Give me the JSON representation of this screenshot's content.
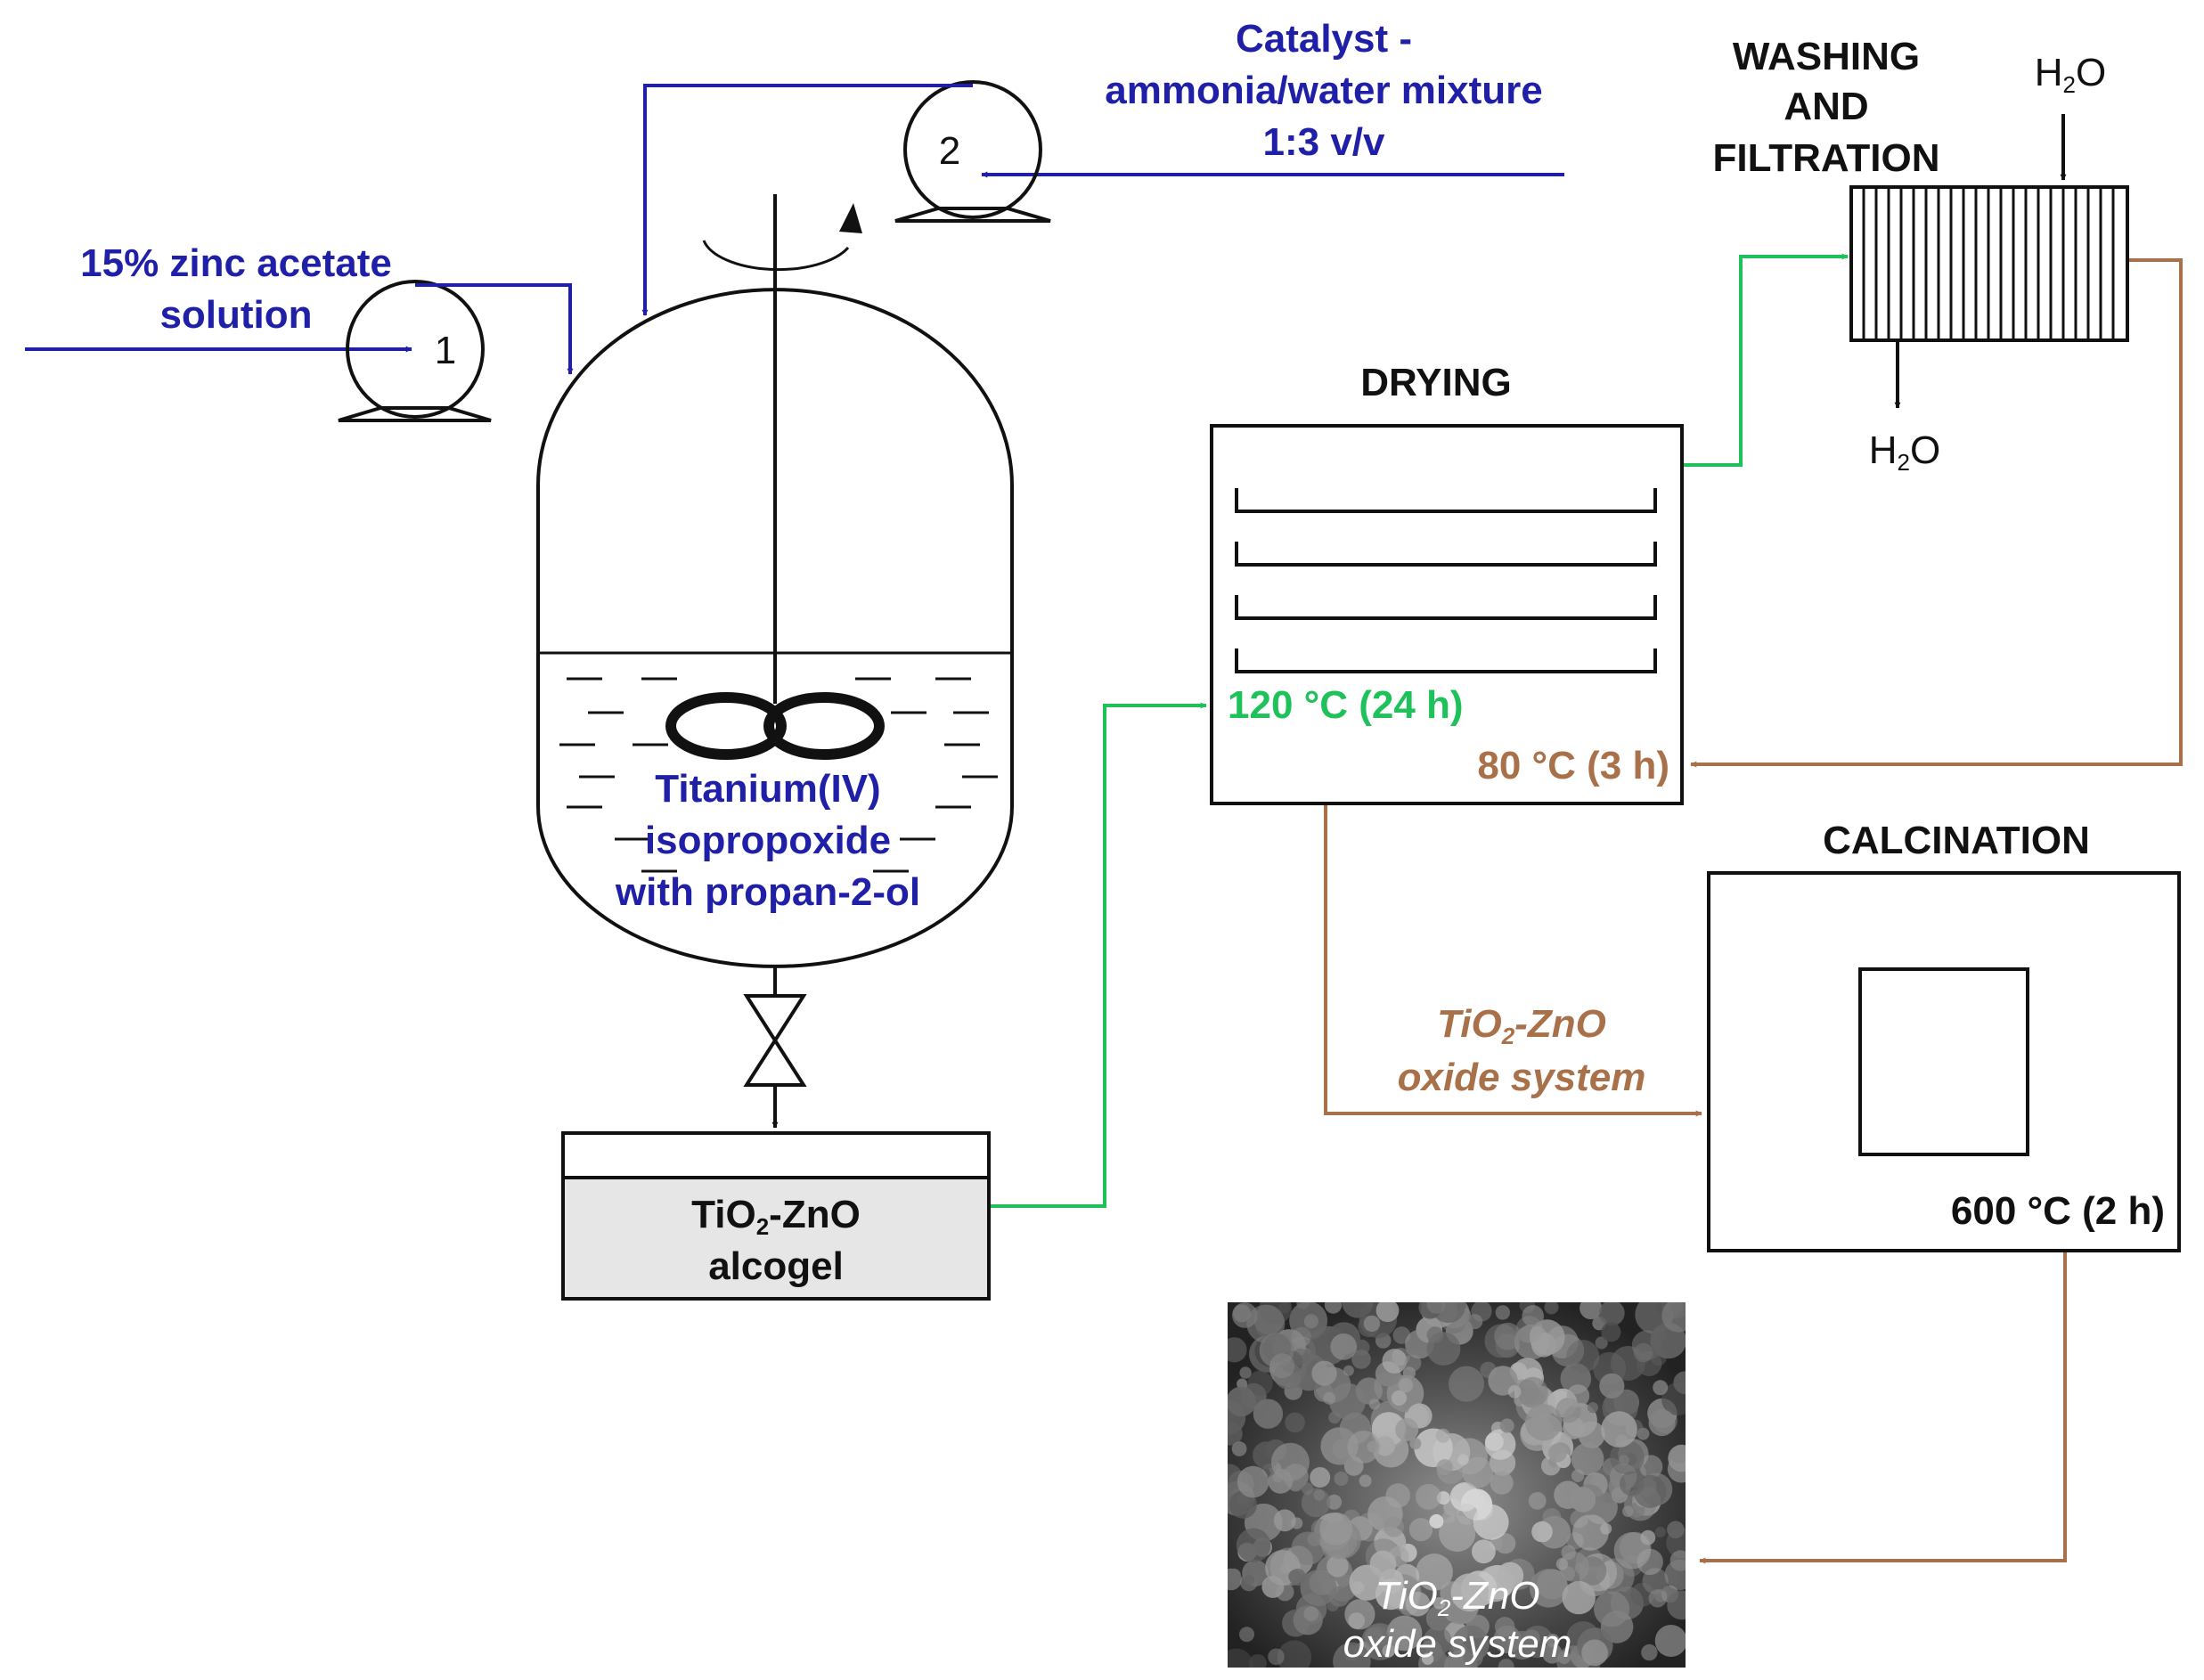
{
  "colors": {
    "blue": "#1f1fa8",
    "green": "#1fc25a",
    "brown": "#a9714a",
    "black": "#111111",
    "alcogel_fill": "#e6e6e6"
  },
  "labels": {
    "zinc_line1": "15% zinc acetate",
    "zinc_line2": "solution",
    "pump1": "1",
    "pump2": "2",
    "catalyst_line1": "Catalyst -",
    "catalyst_line2": "ammonia/water mixture",
    "catalyst_line3": "1:3 v/v",
    "reactor_line1": "Titanium(IV)",
    "reactor_line2": "isopropoxide",
    "reactor_line3": "with propan-2-ol",
    "alcogel_formula_a": "TiO",
    "alcogel_formula_sub": "2",
    "alcogel_formula_b": "-ZnO",
    "alcogel_line2": "alcogel",
    "drying_title": "DRYING",
    "drying_temp1": "120 °C (24 h)",
    "drying_temp2": "80 °C (3 h)",
    "washing_line1": "WASHING",
    "washing_line2": "AND",
    "washing_line3": "FILTRATION",
    "water_h": "H",
    "water_sub": "2",
    "water_o": "O",
    "calcination_title": "CALCINATION",
    "calcination_temp": "600 °C (2 h)",
    "oxide_formula_a": "TiO",
    "oxide_formula_sub": "2",
    "oxide_formula_b": "-ZnO",
    "oxide_line2": "oxide system",
    "sem_formula_a": "TiO",
    "sem_formula_sub": "2",
    "sem_formula_b": "-ZnO",
    "sem_line2": "oxide system"
  },
  "icons": {
    "pump": "pump-icon",
    "valve": "valve-icon",
    "stirrer": "stirrer-icon",
    "filter": "filter-icon",
    "micrograph": "sem-micrograph-image"
  }
}
